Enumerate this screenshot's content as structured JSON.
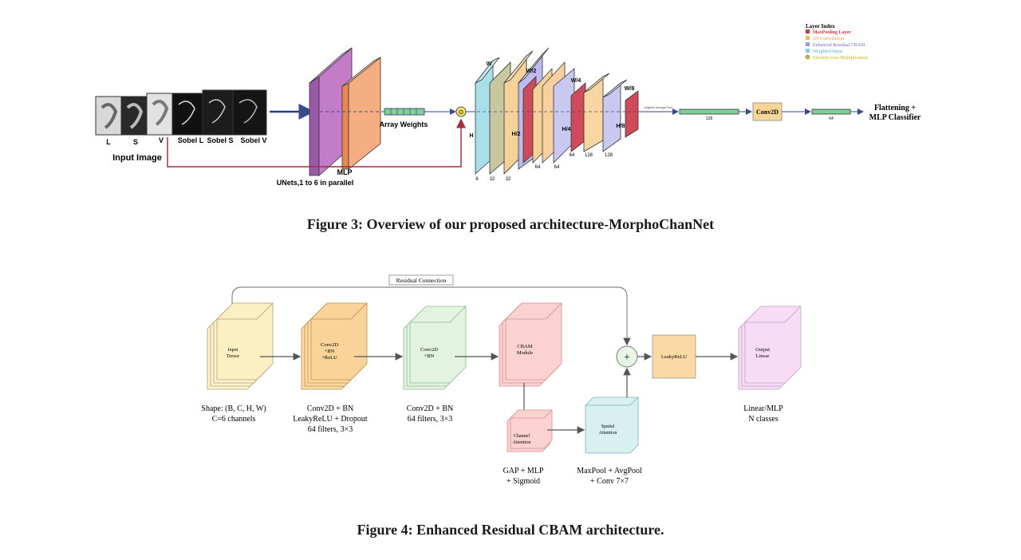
{
  "figure3": {
    "caption": "Figure 3: Overview of our proposed architecture-MorphoChanNet",
    "inputs": [
      "L",
      "S",
      "V",
      "Sobel L",
      "Sobel S",
      "Sobel V"
    ],
    "input_label": "Input Image",
    "unet_label": "UNets,1 to 6 in parallel",
    "mlp_label": "MLP",
    "array_weights_label": "Array Weights",
    "multiply_symbol": "⊙",
    "legend": {
      "title": "Layer Index",
      "items": [
        {
          "label": "MaxPooling Layer",
          "color": "#cc3344"
        },
        {
          "label": "2D Convolution",
          "color": "#f4b860"
        },
        {
          "label": "Enhanced Residual CBAM",
          "color": "#9a9ae6"
        },
        {
          "label": "Weighted Input",
          "color": "#7fd0e0"
        },
        {
          "label": "Element-wise Multiplication",
          "color": "#d4c020"
        }
      ]
    },
    "dims": {
      "w": "W",
      "w2": "W/2",
      "w4": "W/4",
      "w8": "W/8",
      "h": "H",
      "h2": "H/2",
      "h4": "H/4",
      "h8": "H/8"
    },
    "channels": [
      "6",
      "32",
      "32",
      "64",
      "64",
      "64",
      "128",
      "128"
    ],
    "gap_label": "Adaptive Average Pool",
    "vec128": "128",
    "vec64": "64",
    "conv2d_label": "Conv2D",
    "classifier_label_1": "Flattening +",
    "classifier_label_2": "MLP Classifier"
  },
  "figure4": {
    "caption": "Figure 4: Enhanced Residual CBAM architecture.",
    "residual_label": "Residual Connection",
    "blocks": {
      "input": {
        "line1": "Input",
        "line2": "Tensor",
        "desc": [
          "Shape: (B, C, H, W)",
          "C=6 channels"
        ]
      },
      "conv1": {
        "line1": "Conv2D",
        "line2": "+BN",
        "line3": "+ReLU",
        "desc": [
          "Conv2D + BN",
          "LeakyReLU + Dropout",
          "64 filters, 3×3"
        ]
      },
      "conv2": {
        "line1": "Conv2D",
        "line2": "+BN",
        "desc": [
          "Conv2D + BN",
          "64 filters, 3×3"
        ]
      },
      "cbam": {
        "line1": "CBAM",
        "line2": "Module"
      },
      "channel": {
        "line1": "Channel",
        "line2": "Attention",
        "desc": [
          "GAP + MLP",
          "+ Sigmoid"
        ]
      },
      "spatial": {
        "line1": "Spatial",
        "line2": "Attention",
        "desc": [
          "MaxPool + AvgPool",
          "+ Conv 7×7"
        ]
      },
      "leaky": {
        "line1": "LeakyReLU"
      },
      "output": {
        "line1": "Output",
        "line2": "Linear",
        "desc": [
          "Linear/MLP",
          "N classes"
        ]
      }
    },
    "plus_symbol": "+"
  }
}
